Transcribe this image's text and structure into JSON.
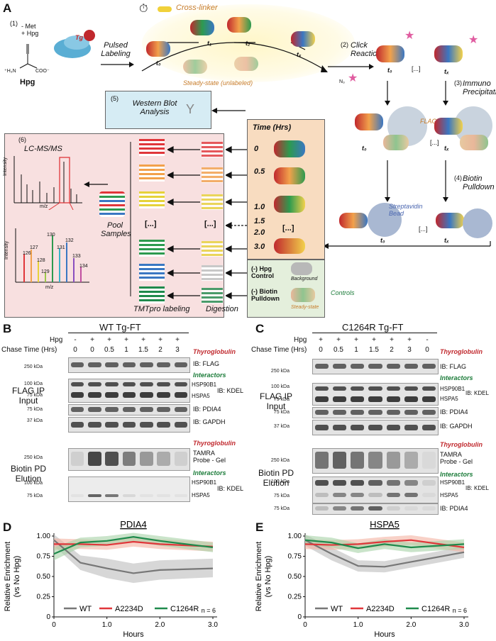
{
  "panel_a": {
    "letter": "A",
    "step1_num": "(1)",
    "step1_met": "- Met",
    "step1_hpg": "+ Hpg",
    "hpg_label": "Hpg",
    "hpg_formula_left": "⁺H₃N",
    "hpg_formula_right": "COO⁻",
    "tg_label": "Tg",
    "pulsed_labeling": "Pulsed\nLabeling",
    "cross_linker": "Cross-linker",
    "t0": "t₀",
    "t1": "t₁",
    "t2": "t₂",
    "tx": "tₓ",
    "steady_state": "Steady-state (unlabeled)",
    "step2": "(2)",
    "click_reaction": "Click Reaction",
    "n3_label": "N₃",
    "ellipsis": "[...]",
    "step3": "(3)",
    "immuno_precipitation": "Immuno Precipitation",
    "flag_ab": "FLAG Ab",
    "step4": "(4)",
    "biotin_pulldown": "Biotin Pulldown",
    "streptavidin_bead": "Streptavidin Bead",
    "step5": "(5)",
    "western_blot": "Western Blot Analysis",
    "step6": "(6)",
    "lcms": "LC-MS/MS",
    "intensity": "Intensity",
    "mz": "m/z",
    "pool_samples": "Pool Samples",
    "tmt_labeling": "TMTpro labeling",
    "digestion": "Digestion",
    "time_hrs": "Time (Hrs)",
    "times": [
      "0",
      "0.5",
      "1.0",
      "1.5",
      "2.0",
      "3.0"
    ],
    "hpg_control": "(-) Hpg Control",
    "background": "Background",
    "biotin_control": "(-) Biotin Pulldown",
    "steady_state2": "Steady-state",
    "controls": "Controls",
    "tmt_peaks": [
      "126",
      "127",
      "128",
      "129",
      "130",
      "131",
      "132",
      "133",
      "134"
    ]
  },
  "panel_b": {
    "letter": "B",
    "title": "WT Tg-FT",
    "hpg_label": "Hpg",
    "hpg_values": [
      "-",
      "+",
      "+",
      "+",
      "+",
      "+",
      "+"
    ],
    "chase_label": "Chase Time (Hrs)",
    "chase_values": [
      "0",
      "0",
      "0.5",
      "1",
      "1.5",
      "2",
      "3"
    ],
    "flag_ip": "FLAG IP\nInput",
    "biotin_pd": "Biotin PD\nElution",
    "thyroglobulin": "Thyroglobulin",
    "interactors": "Interactors",
    "thyroglobulin2": "Thyroglobulin",
    "interactors2": "Interactors",
    "ib_flag": "IB: FLAG",
    "ib_kdel": "IB: KDEL",
    "ib_pdia4": "IB: PDIA4",
    "ib_gapdh": "IB: GAPDH",
    "hsp90b1": "HSP90B1",
    "hspa5": "HSPA5",
    "tamra": "TAMRA\nProbe - Gel",
    "ib_kdel2": "IB: KDEL",
    "hsp90b1_2": "HSP90B1",
    "hspa5_2": "HSPA5",
    "kda_250": "250 kDa",
    "kda_100": "100 kDa",
    "kda_75": "75 kDa",
    "kda_75b": "75 kDa",
    "kda_37": "37 kDa",
    "kda_250b": "250 kDa",
    "kda_100b": "100 kDa",
    "kda_75c": "75 kDa"
  },
  "panel_c": {
    "letter": "C",
    "title": "C1264R Tg-FT",
    "hpg_label": "Hpg",
    "hpg_values": [
      "+",
      "+",
      "+",
      "+",
      "+",
      "+",
      "-"
    ],
    "chase_label": "Chase Time (Hrs)",
    "chase_values": [
      "0",
      "0.5",
      "1",
      "1.5",
      "2",
      "3",
      "0"
    ],
    "flag_ip": "FLAG IP\nInput",
    "biotin_pd": "Biotin PD\nElution",
    "thyroglobulin": "Thyroglobulin",
    "interactors": "Interactors",
    "thyroglobulin2": "Thyroglobulin",
    "interactors2": "Interactors",
    "ib_flag": "IB: FLAG",
    "ib_kdel": "IB: KDEL",
    "ib_pdia4": "IB: PDIA4",
    "ib_gapdh": "IB: GAPDH",
    "hsp90b1": "HSP90B1",
    "hspa5": "HSPA5",
    "tamra": "TAMRA\nProbe - Gel",
    "ib_kdel2": "IB: KDEL",
    "hsp90b1_2": "HSP90B1",
    "hspa5_2": "HSPA5",
    "ib_pdia4_2": "IB: PDIA4",
    "kda_250": "250 kDa",
    "kda_100": "100 kDa",
    "kda_75": "75 kDa",
    "kda_75b": "75 kDa",
    "kda_37": "37 kDa",
    "kda_250b": "250 kDa",
    "kda_100b": "100 kDa",
    "kda_75c": "75 kDa",
    "kda_75d": "75 kDa"
  },
  "colors": {
    "wt": "#777777",
    "a2234d": "#e0363a",
    "c1264r": "#1f8a4c",
    "wt_band": "#bdbdbd",
    "a2234d_band": "#f4b3a2",
    "c1264r_band": "#a6d2a6"
  },
  "chart_data": [
    {
      "type": "line",
      "panel": "D",
      "title": "PDIA4",
      "xlabel": "Hours",
      "ylabel": "Relative Enrichment\n(vs No Hpg)",
      "xlim": [
        0,
        3.0
      ],
      "ylim": [
        0,
        1.0
      ],
      "xticks": [
        "0",
        "1.0",
        "2.0",
        "3.0"
      ],
      "yticks": [
        "0",
        "0.25",
        "0.50",
        "0.75",
        "1.00"
      ],
      "x": [
        0,
        0.5,
        1.0,
        1.5,
        2.0,
        3.0
      ],
      "series": [
        {
          "name": "WT",
          "values": [
            0.95,
            0.67,
            0.6,
            0.54,
            0.58,
            0.6
          ],
          "band": [
            [
              0.88,
              1.02
            ],
            [
              0.58,
              0.76
            ],
            [
              0.48,
              0.72
            ],
            [
              0.42,
              0.66
            ],
            [
              0.46,
              0.7
            ],
            [
              0.49,
              0.72
            ]
          ]
        },
        {
          "name": "A2234D",
          "values": [
            0.9,
            0.9,
            0.89,
            0.93,
            0.9,
            0.87
          ],
          "band": [
            [
              0.83,
              0.97
            ],
            [
              0.84,
              0.96
            ],
            [
              0.83,
              0.95
            ],
            [
              0.87,
              0.99
            ],
            [
              0.84,
              0.96
            ],
            [
              0.81,
              0.93
            ]
          ]
        },
        {
          "name": "C1264R",
          "values": [
            0.78,
            0.92,
            0.94,
            0.99,
            0.94,
            0.86
          ],
          "band": [
            [
              0.7,
              0.86
            ],
            [
              0.86,
              0.98
            ],
            [
              0.88,
              1.0
            ],
            [
              0.93,
              1.04
            ],
            [
              0.88,
              1.0
            ],
            [
              0.8,
              0.92
            ]
          ]
        }
      ],
      "legend": [
        "WT",
        "A2234D",
        "C1264R"
      ],
      "annotation": "n = 6"
    },
    {
      "type": "line",
      "panel": "E",
      "title": "HSPA5",
      "xlabel": "Hours",
      "ylabel": "Relative Enrichment\n(vs No Hpg)",
      "xlim": [
        0,
        3.0
      ],
      "ylim": [
        0,
        1.0
      ],
      "xticks": [
        "0",
        "1.0",
        "2.0",
        "3.0"
      ],
      "yticks": [
        "0",
        "0.25",
        "0.50",
        "0.75",
        "1.00"
      ],
      "x": [
        0,
        0.5,
        1.0,
        1.5,
        2.0,
        3.0
      ],
      "series": [
        {
          "name": "WT",
          "values": [
            0.95,
            0.78,
            0.63,
            0.62,
            0.68,
            0.8
          ],
          "band": [
            [
              0.88,
              1.02
            ],
            [
              0.7,
              0.86
            ],
            [
              0.56,
              0.7
            ],
            [
              0.55,
              0.69
            ],
            [
              0.61,
              0.75
            ],
            [
              0.73,
              0.87
            ]
          ]
        },
        {
          "name": "A2234D",
          "values": [
            0.9,
            0.89,
            0.9,
            0.93,
            0.95,
            0.86
          ],
          "band": [
            [
              0.84,
              0.96
            ],
            [
              0.83,
              0.95
            ],
            [
              0.84,
              0.96
            ],
            [
              0.87,
              0.99
            ],
            [
              0.89,
              1.01
            ],
            [
              0.8,
              0.92
            ]
          ]
        },
        {
          "name": "C1264R",
          "values": [
            0.95,
            0.92,
            0.85,
            0.9,
            0.86,
            0.9
          ],
          "band": [
            [
              0.89,
              1.01
            ],
            [
              0.86,
              0.98
            ],
            [
              0.79,
              0.91
            ],
            [
              0.84,
              0.96
            ],
            [
              0.8,
              0.92
            ],
            [
              0.84,
              0.96
            ]
          ]
        }
      ],
      "legend": [
        "WT",
        "A2234D",
        "C1264R"
      ],
      "annotation": "n = 6"
    }
  ]
}
